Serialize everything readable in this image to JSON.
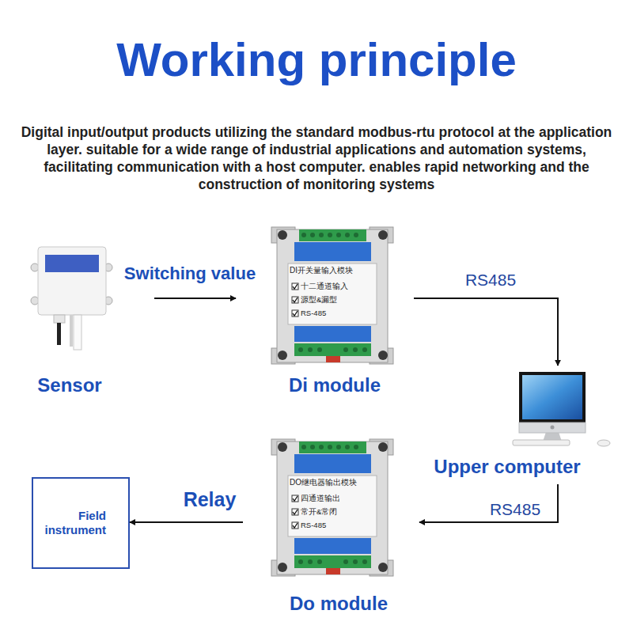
{
  "diagram": {
    "title": "Working principle",
    "nodes": [
      {
        "text": [
          "Sensor"
        ]
      },
      {
        "text": [
          "Di module",
          "DI开关量输入模块",
          "十二通道输入",
          "源型&漏型",
          "RS-485"
        ]
      },
      {
        "text": [
          "Upper computer"
        ]
      },
      {
        "text": [
          "Do module",
          "DO继电器输出模块",
          "四通道输出",
          "常开&常闭",
          "RS-485"
        ]
      },
      {
        "text": [
          "Field instrument"
        ]
      }
    ],
    "edges": [
      {
        "from": 0,
        "to": 1,
        "label": "Switching value",
        "arrow": "to"
      },
      {
        "from": 1,
        "to": 2,
        "label": "RS485",
        "arrow": "to"
      },
      {
        "from": 2,
        "to": 3,
        "label": "RS485",
        "arrow": "to"
      },
      {
        "from": 3,
        "to": 4,
        "label": "Relay",
        "arrow": "to"
      }
    ],
    "labels": [
      "Digital input/output products utilizing the standard modbus-rtu protocol at the application layer. suitable for a wide range of industrial applications and automation systems, facilitating communication with a host computer. enables rapid networking and the construction of monitoring systems"
    ]
  }
}
